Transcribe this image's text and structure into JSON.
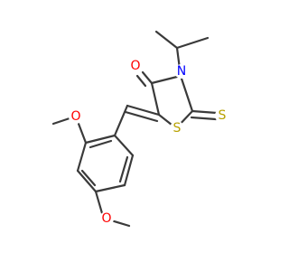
{
  "molecule": {
    "atoms": {
      "o_carbonyl": "O",
      "n_ring": "N",
      "s_ring": "S",
      "s_thione": "S",
      "o_methoxy_upper": "O",
      "o_methoxy_lower": "O"
    },
    "colors": {
      "bond": "#3a3a3a",
      "oxygen": "#ff0000",
      "nitrogen": "#0000ff",
      "sulfur": "#b8a100"
    }
  }
}
